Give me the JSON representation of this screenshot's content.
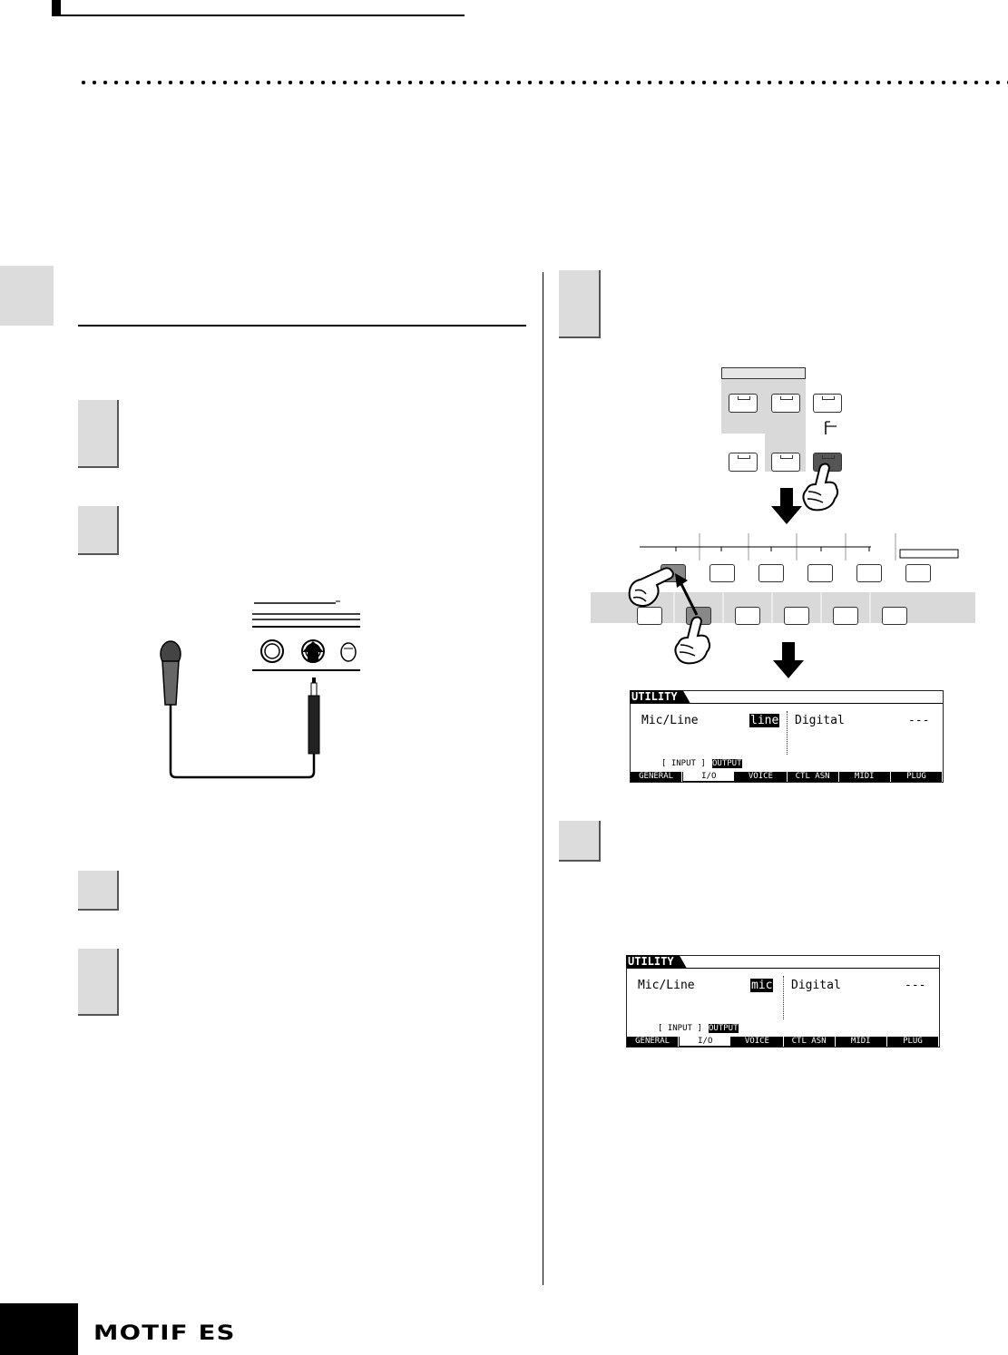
{
  "footer": {
    "brand": "MOTIF ES"
  },
  "icons": [
    "pointing-hand-icon",
    "down-arrow-icon",
    "microphone-icon",
    "phone-jack-plug-icon"
  ],
  "colors": {
    "step_box": "#dcdcdc",
    "panel_band": "#d9d9d9",
    "lcd_highlight": "#000000"
  },
  "screens": [
    {
      "tab": "UTILITY",
      "param_label": "Mic/Line",
      "param_value": "line",
      "right_label": "Digital",
      "right_value": "---",
      "sub_left": "[ INPUT ]",
      "sub_right": "OUTPUT",
      "menu": [
        "GENERAL",
        "I/O",
        "VOICE",
        "CTL ASN",
        "MIDI",
        "PLUG"
      ]
    },
    {
      "tab": "UTILITY",
      "param_label": "Mic/Line",
      "param_value": "mic",
      "right_label": "Digital",
      "right_value": "---",
      "sub_left": "[ INPUT ]",
      "sub_right": "OUTPUT",
      "menu": [
        "GENERAL",
        "I/O",
        "VOICE",
        "CTL ASN",
        "MIDI",
        "PLUG"
      ]
    }
  ]
}
